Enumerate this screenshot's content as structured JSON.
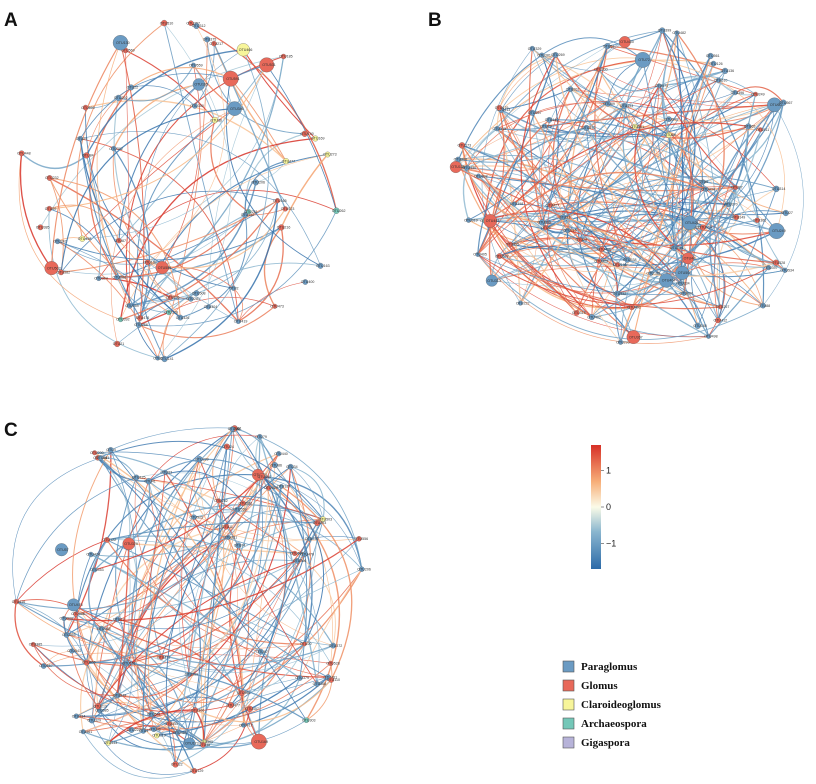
{
  "panels": [
    {
      "letter": "A",
      "seed": 11,
      "nodes": 64,
      "edges": 120
    },
    {
      "letter": "B",
      "seed": 23,
      "nodes": 90,
      "edges": 300
    },
    {
      "letter": "C",
      "seed": 37,
      "nodes": 88,
      "edges": 230
    }
  ],
  "colorbar": {
    "ticks": [
      "1",
      "0",
      "−1"
    ],
    "tick_values": [
      1,
      0,
      -1
    ],
    "range": [
      -1.7,
      1.7
    ],
    "colors": [
      "#2c6aa8",
      "#8ab6cf",
      "#fbfbe8",
      "#f7b07a",
      "#d73027"
    ]
  },
  "legend": {
    "items": [
      {
        "label": "Paraglomus",
        "color": "#6b9bc3"
      },
      {
        "label": "Glomus",
        "color": "#e8695a"
      },
      {
        "label": "Claroideoglomus",
        "color": "#f7f59a"
      },
      {
        "label": "Archaeospora",
        "color": "#74c7b8"
      },
      {
        "label": "Gigaspora",
        "color": "#b7b3d9"
      }
    ]
  },
  "node_label_prefix": "OTU"
}
